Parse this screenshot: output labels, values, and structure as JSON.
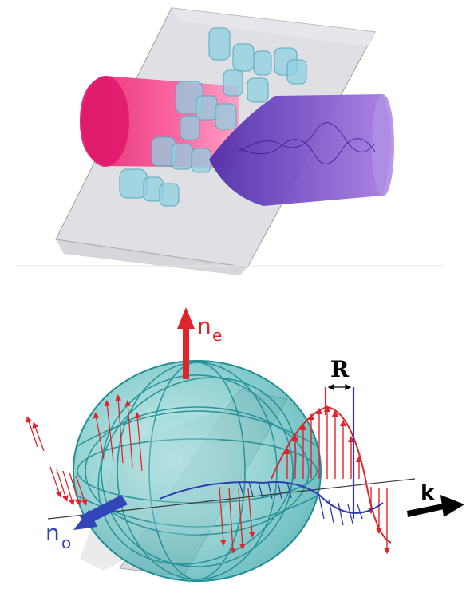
{
  "labels": {
    "n_e_main": "n",
    "n_e_sub": "e",
    "n_o_main": "n",
    "n_o_sub": "o",
    "retardance": "R",
    "wavevector": "k"
  },
  "colors": {
    "crystal_fill": "#c9ccd1",
    "crystal_edge": "#9ea3aa",
    "molecule": "#8fd0e0",
    "molecule_edge": "#5aa8bf",
    "beam_in_light": "#ff6fa8",
    "beam_in_dark": "#e0186a",
    "beam_out_light": "#9a6ad8",
    "beam_out_dark": "#4b2aa8",
    "ellipsoid": "#3fb8b8",
    "ellipsoid_dark": "#1f8f95",
    "wave_e": "#e0242c",
    "wave_o": "#2d3ab0",
    "n_e_color": "#e0242c",
    "n_o_color": "#3346b8",
    "k_color": "#000000"
  }
}
